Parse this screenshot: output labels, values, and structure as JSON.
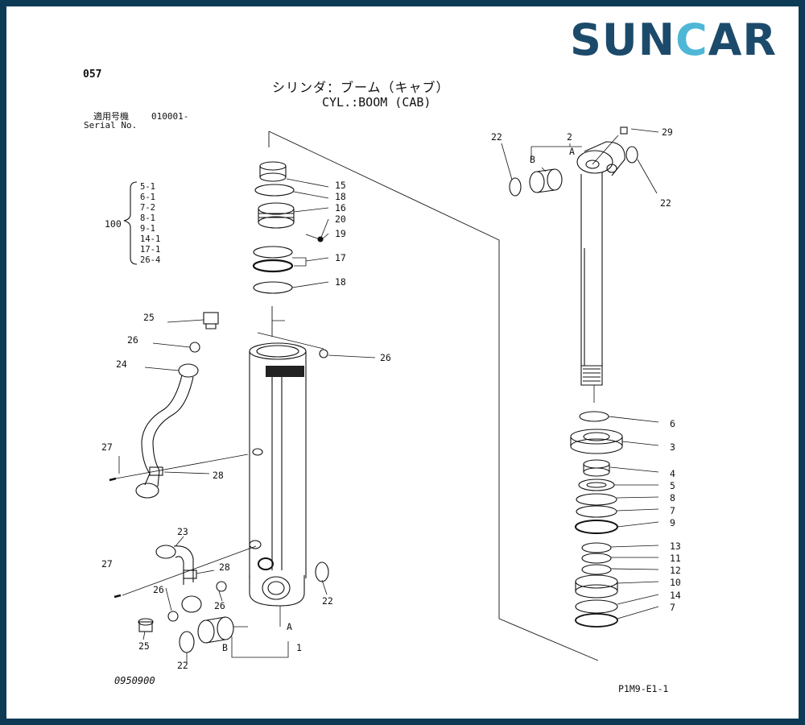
{
  "brand": {
    "text_left": "SUN",
    "text_c": "C",
    "text_right": "AR",
    "color": "#1c4a6b",
    "accent": "#4fb7d6"
  },
  "page_number": "057",
  "title_jp": "シリンダ：ブーム（キャブ）",
  "title_en": "CYL.:BOOM (CAB)",
  "serial": {
    "label_jp": "適用号機",
    "label_en": "Serial No.",
    "value": "010001-"
  },
  "kit": {
    "number": "100",
    "items": [
      "5-1",
      "6-1",
      "7-2",
      "8-1",
      "9-1",
      "14-1",
      "17-1",
      "26-4"
    ]
  },
  "callouts": {
    "c15": "15",
    "c18a": "18",
    "c16": "16",
    "c20": "20",
    "c19": "19",
    "c17": "17",
    "c18b": "18",
    "c25a": "25",
    "c26a": "26",
    "c24": "24",
    "c26b": "26",
    "c27a": "27",
    "c28a": "28",
    "c23": "23",
    "c27b": "27",
    "c28b": "28",
    "c26c": "26",
    "c26d": "26",
    "c25b": "25",
    "c22a": "22",
    "c22b": "22",
    "cA1": "A",
    "cB1": "B",
    "c1": "1",
    "c22c": "22",
    "c2": "2",
    "cA2": "A",
    "cB2": "B",
    "c29": "29",
    "c22d": "22",
    "c6": "6",
    "c3": "3",
    "c4": "4",
    "c5": "5",
    "c8": "8",
    "c7a": "7",
    "c9": "9",
    "c13": "13",
    "c11": "11",
    "c12": "12",
    "c10": "10",
    "c14": "14",
    "c7b": "7"
  },
  "footer_left": "0950900",
  "footer_right": "P1M9-E1-1"
}
